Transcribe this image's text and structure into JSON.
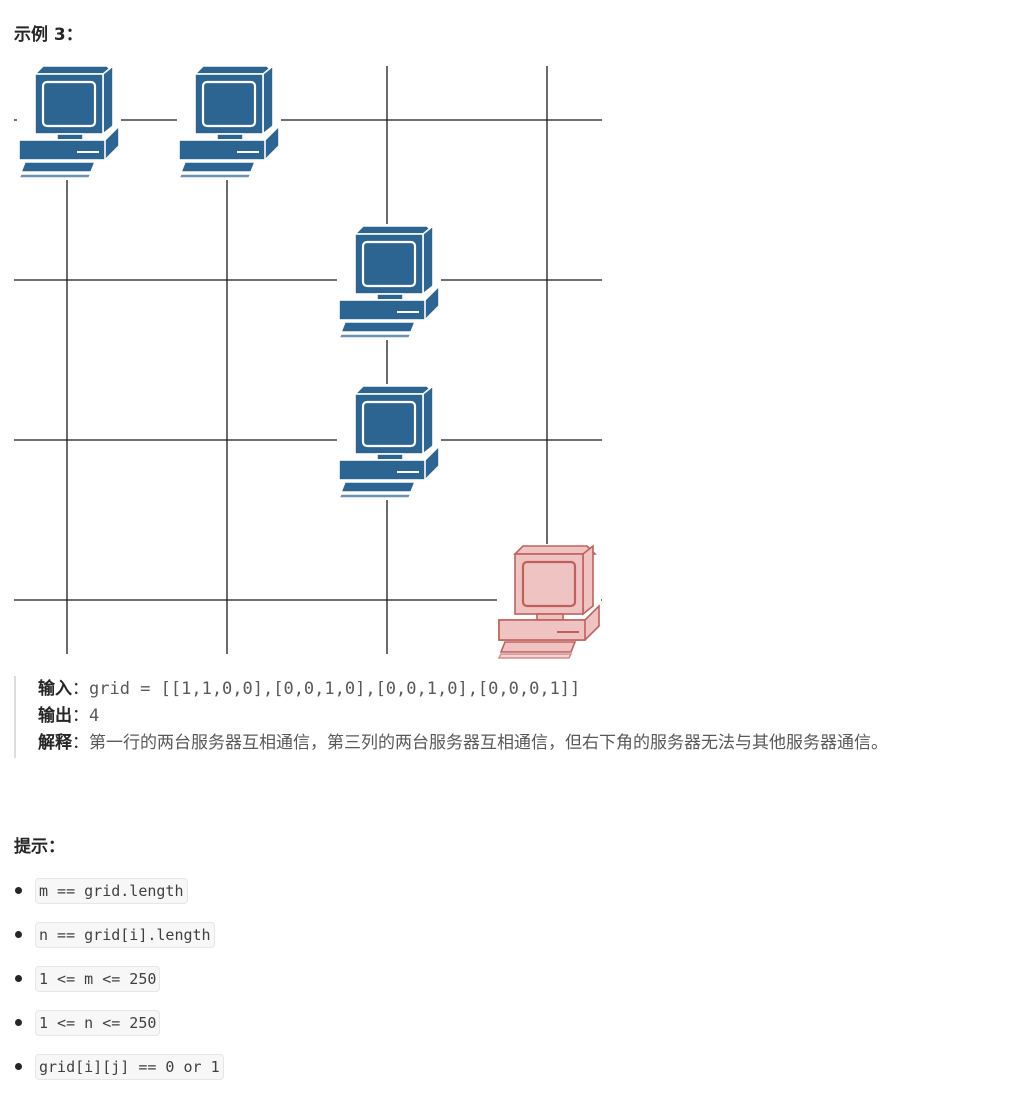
{
  "example": {
    "heading": "示例 3：",
    "input_label": "输入",
    "input_value": "grid = [[1,1,0,0],[0,0,1,0],[0,0,1,0],[0,0,0,1]]",
    "output_label": "输出",
    "output_value": "4",
    "explanation_label": "解释",
    "explanation_text": "第一行的两台服务器互相通信，第三列的两台服务器互相通信，但右下角的服务器无法与其他服务器通信。",
    "separator": "："
  },
  "figure": {
    "grid": [
      [
        1,
        1,
        0,
        0
      ],
      [
        0,
        0,
        1,
        0
      ],
      [
        0,
        0,
        1,
        0
      ],
      [
        0,
        0,
        0,
        1
      ]
    ],
    "connected_color": "#2c6592",
    "isolated_color": "#efc3c2",
    "isolated_stroke": "#c0605e",
    "icon": "computer-server-icon"
  },
  "hints": {
    "heading": "提示：",
    "items": [
      "m == grid.length",
      "n == grid[i].length",
      "1 <= m <= 250",
      "1 <= n <= 250",
      "grid[i][j] == 0 or 1"
    ]
  }
}
